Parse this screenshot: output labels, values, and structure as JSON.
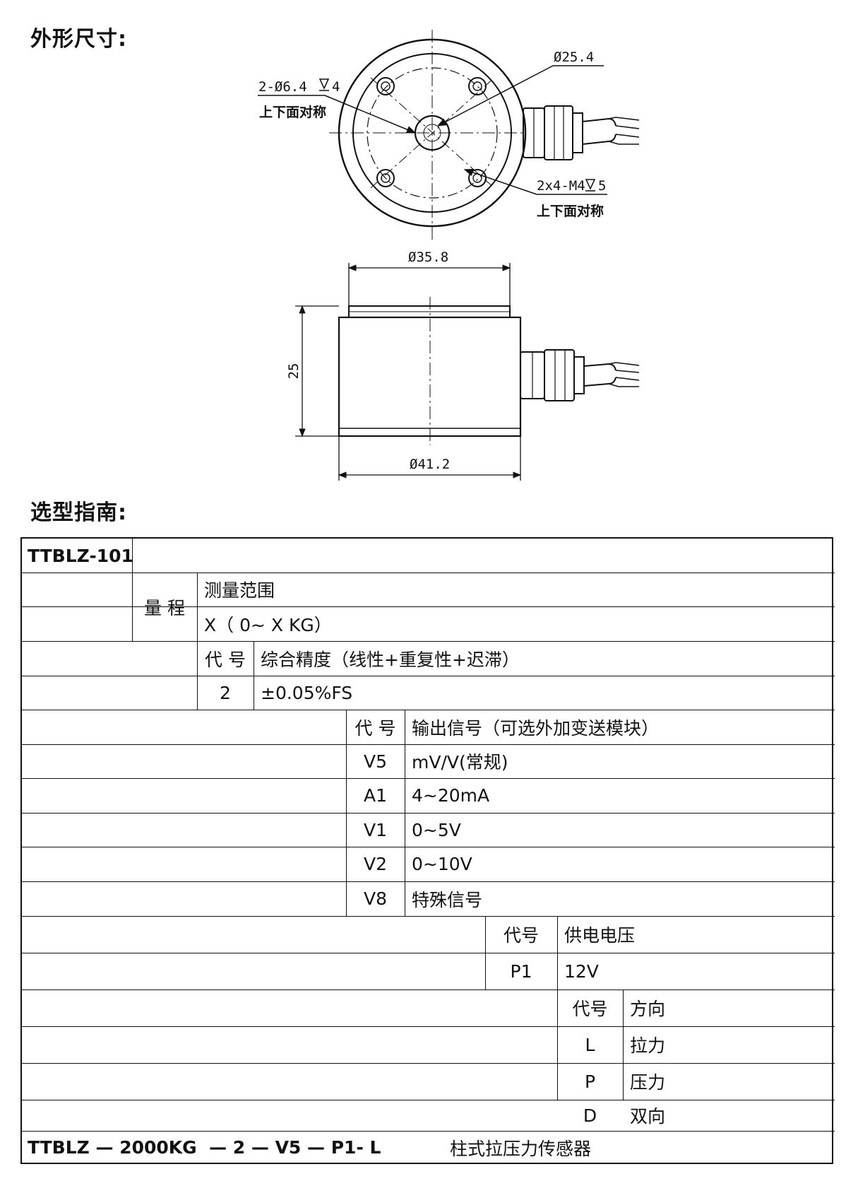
{
  "headings": {
    "dimensions": "外形尺寸:",
    "selection": "选型指南:"
  },
  "drawing": {
    "top_view": {
      "hole_callout": "2-Ø6.4",
      "hole_depth": "4",
      "hole_note": "上下面对称",
      "outer_dia": "Ø25.4",
      "thread_callout": "2x4-M4",
      "thread_depth": "5",
      "thread_note": "上下面对称"
    },
    "side_view": {
      "top_dia": "Ø35.8",
      "height": "25",
      "base_dia": "Ø41.2"
    }
  },
  "selection_table": {
    "model": "TTBLZ-101",
    "range_label": "量 程",
    "range_header": "测量范围",
    "range_value": "X（ 0~ X  KG）",
    "accuracy_code_header": "代 号",
    "accuracy_header": "综合精度（线性+重复性+迟滞）",
    "accuracy_code": "2",
    "accuracy_value": "±0.05%FS",
    "output_code_header": "代 号",
    "output_header": "输出信号（可选外加变送模块）",
    "outputs": [
      {
        "code": "V5",
        "label": "mV/V(常规)"
      },
      {
        "code": "A1",
        "label": "4~20mA"
      },
      {
        "code": "V1",
        "label": "0~5V"
      },
      {
        "code": "V2",
        "label": "0~10V"
      },
      {
        "code": "V8",
        "label": "特殊信号"
      }
    ],
    "power_code_header": "代号",
    "power_header": "供电电压",
    "power_code": "P1",
    "power_value": "12V",
    "direction_code_header": "代号",
    "direction_header": "方向",
    "directions": [
      {
        "code": "L",
        "label": "拉力"
      },
      {
        "code": "P",
        "label": "压力"
      },
      {
        "code": "D",
        "label": "双向"
      }
    ],
    "example_code": "TTBLZ — 2000KG  — 2 — V5 — P1- L",
    "example_desc": "柱式拉压力传感器"
  }
}
